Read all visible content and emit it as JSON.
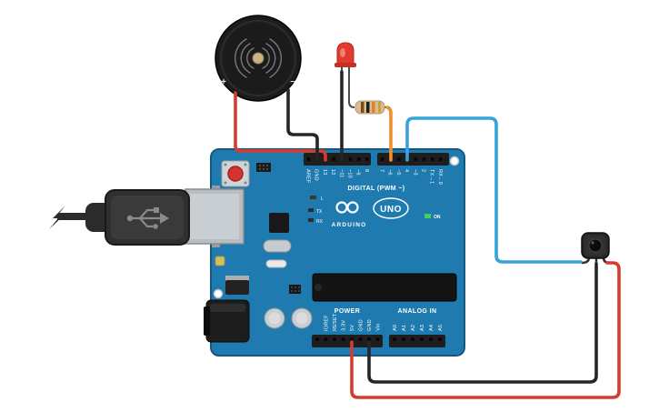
{
  "canvas": {
    "background": "#ffffff"
  },
  "palette": {
    "board": "#1f7ab0",
    "board_border": "#14587f",
    "header": "#1e1e1e",
    "metal": "#b7bdc1",
    "plug": "#2f2f2f",
    "buzzer": "#1b1b1b",
    "led": "#e23b2e",
    "resistor_body": "#d9bd90",
    "ir_body": "#282828",
    "jack": "#1d1d1d"
  },
  "resistor_bands": [
    "#7a4b20",
    "#1e1e1e",
    "#e0812f",
    "#caa23a"
  ],
  "wires": [
    {
      "name": "buzzer-positive",
      "color": "#d63c2e"
    },
    {
      "name": "buzzer-negative",
      "color": "#262626"
    },
    {
      "name": "led-cathode",
      "color": "#262626"
    },
    {
      "name": "led-resistor-signal",
      "color": "#ef8f2e"
    },
    {
      "name": "ir-signal",
      "color": "#35a3dc"
    },
    {
      "name": "power-5v",
      "color": "#d63c2e"
    },
    {
      "name": "power-gnd",
      "color": "#262626"
    }
  ],
  "buzzer": {
    "plus": "+",
    "minus": "−"
  },
  "arduino": {
    "brand": "ARDUINO",
    "model": "UNO",
    "digital_caption": "DIGITAL (PWM ~)",
    "digital_left": [
      "AREF",
      "GND",
      "13",
      "12",
      "~11",
      "~10",
      "~9",
      "8"
    ],
    "digital_right": [
      "7",
      "~6",
      "~5",
      "4",
      "~3",
      "2",
      "TX→1",
      "RX←0"
    ],
    "power_caption": "POWER",
    "power_pins": [
      "IOREF",
      "RESET",
      "3.3V",
      "5V",
      "GND",
      "GND",
      "Vin"
    ],
    "analog_caption": "ANALOG IN",
    "analog_pins": [
      "A0",
      "A1",
      "A2",
      "A3",
      "A4",
      "A5"
    ],
    "status": {
      "l": "L",
      "tx": "TX",
      "rx": "RX",
      "on": "ON"
    }
  }
}
